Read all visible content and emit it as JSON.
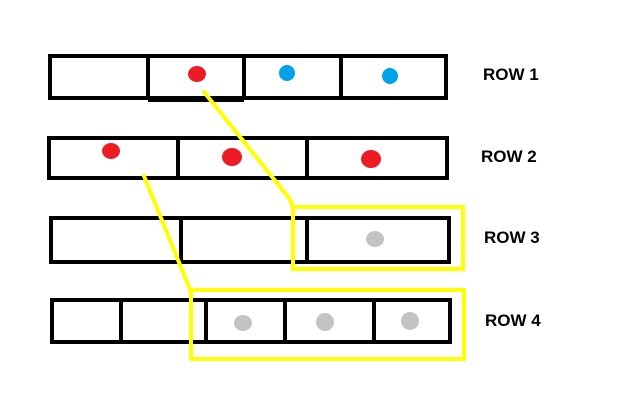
{
  "colors": {
    "cell_border": "#000000",
    "highlight": "#ffff00",
    "red_dot": "#ed1c24",
    "blue_dot": "#00a2e8",
    "gray_dot": "#c3c3c3"
  },
  "rows": [
    {
      "label": "ROW 1",
      "cells": [
        {
          "dot": "none"
        },
        {
          "dot": "red"
        },
        {
          "dot": "blue"
        },
        {
          "dot": "blue"
        }
      ]
    },
    {
      "label": "ROW 2",
      "cells": [
        {
          "dot": "red"
        },
        {
          "dot": "red"
        },
        {
          "dot": "red"
        }
      ]
    },
    {
      "label": "ROW 3",
      "cells": [
        {
          "dot": "none"
        },
        {
          "dot": "none"
        },
        {
          "dot": "gray"
        }
      ]
    },
    {
      "label": "ROW 4",
      "cells": [
        {
          "dot": "none"
        },
        {
          "dot": "none"
        },
        {
          "dot": "gray"
        },
        {
          "dot": "gray"
        },
        {
          "dot": "gray"
        }
      ]
    }
  ],
  "highlights": [
    {
      "row": 3,
      "cells_covered": 1,
      "linked_from": "row 1, cell 2"
    },
    {
      "row": 4,
      "cells_covered": 3,
      "linked_from": "row 2, cell 1"
    }
  ]
}
